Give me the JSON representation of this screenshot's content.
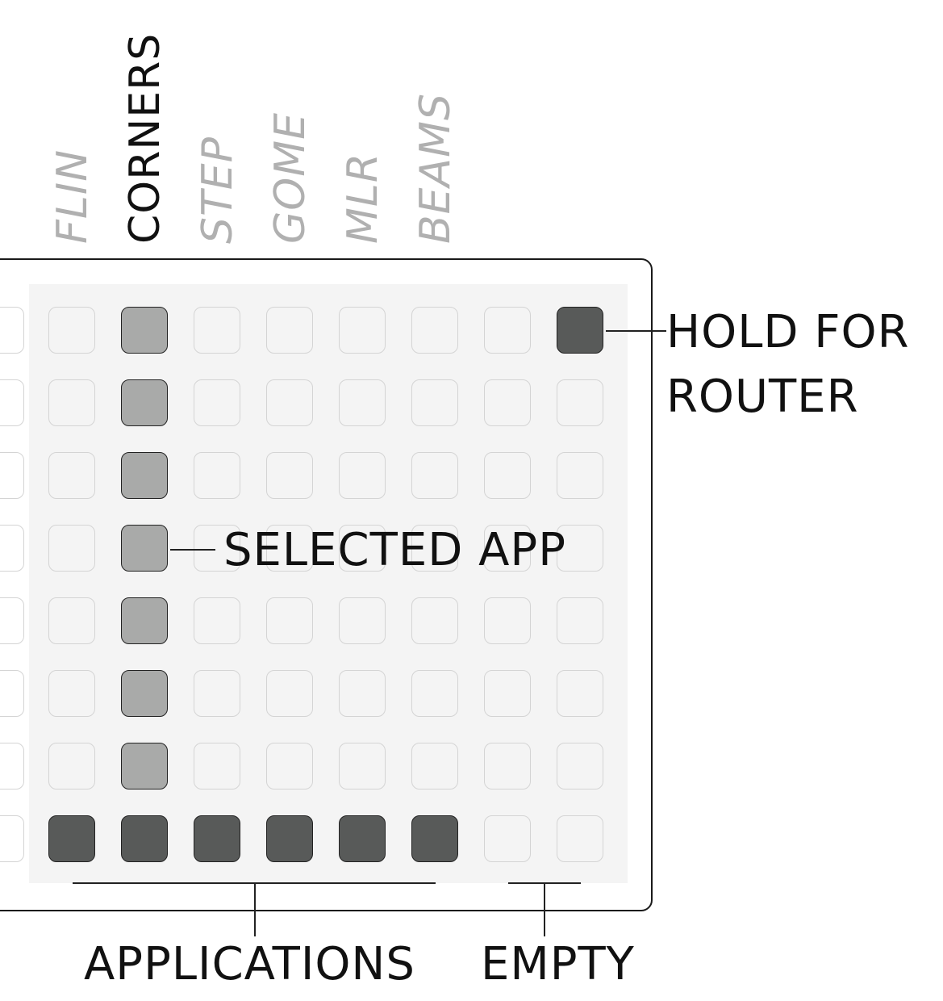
{
  "app_labels": [
    {
      "text": "FLIN",
      "style": "inactive"
    },
    {
      "text": "CORNERS",
      "style": "active"
    },
    {
      "text": "STEP",
      "style": "inactive"
    },
    {
      "text": "GOME",
      "style": "inactive"
    },
    {
      "text": "MLR",
      "style": "inactive"
    },
    {
      "text": "BEAMS",
      "style": "inactive"
    }
  ],
  "callouts": {
    "hold_for_router": [
      "HOLD FOR",
      "ROUTER"
    ],
    "selected_app": "SELECTED APP",
    "applications": "APPLICATIONS",
    "empty": "EMPTY"
  },
  "grid": {
    "columns": 8,
    "rows": 8,
    "selected_column": 1,
    "application_keys": 6,
    "empty_keys": 2
  },
  "colors": {
    "selected_key": "#a9aaa9",
    "application_key": "#585a59",
    "inactive_label": "#b0b0b0",
    "active_label": "#111111"
  }
}
